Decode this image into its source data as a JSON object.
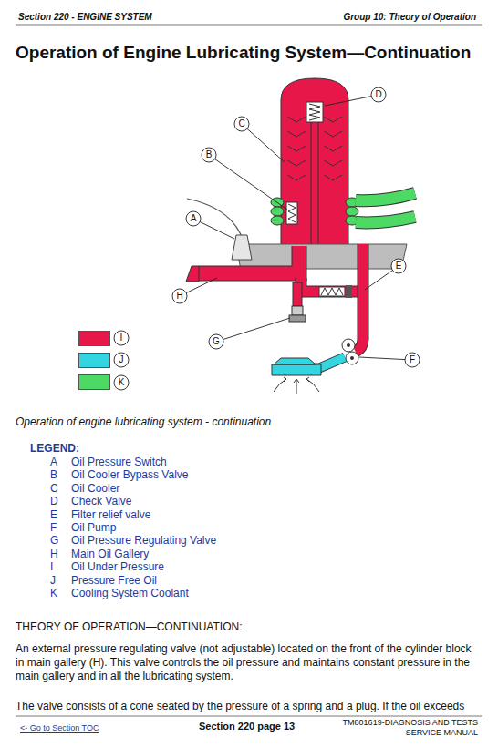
{
  "diagram": {
    "title": "Operation of Engine Lubricating System—Continuation",
    "caption": "Operation of engine lubricating system - continuation",
    "labels": [
      "Section 220 - ENGINE SYSTEM",
      "Group 10: Theory of Operation",
      "D",
      "C",
      "B",
      "A",
      "E",
      "H",
      "G",
      "F",
      "I",
      "J",
      "K",
      "LEGEND:",
      "A",
      "Oil Pressure Switch",
      "B",
      "Oil Cooler Bypass Valve",
      "C",
      "Oil Cooler",
      "D",
      "Check Valve",
      "E",
      "Filter relief valve",
      "F",
      "Oil Pump",
      "G",
      "Oil Pressure Regulating Valve",
      "H",
      "Main Oil Gallery",
      "I",
      "J",
      "K",
      "THEORY OF OPERATION—CONTINUATION:",
      "An external pressure regulating valve (not adjustable) located on the front of the cylinder block in main gallery (H). This valve controls the oil pressure and maintains constant pressure in the main gallery and in all the lubricating system.",
      "The valve consists of a cone seated by the pressure of a spring and a plug. If the oil exceeds",
      "<- Go to Section TOC",
      "Section 220 page 13",
      "TM801619-DIAGNOSIS AND TESTS SERVICE MANUAL"
    ],
    "legend": [
      {
        "text": "Oil Under Pressure",
        "color": "#e8174a"
      },
      {
        "text": "Pressure Free Oil",
        "color": "#33d6e0"
      },
      {
        "text": "Cooling System Coolant",
        "color": "#4cd964"
      }
    ]
  }
}
